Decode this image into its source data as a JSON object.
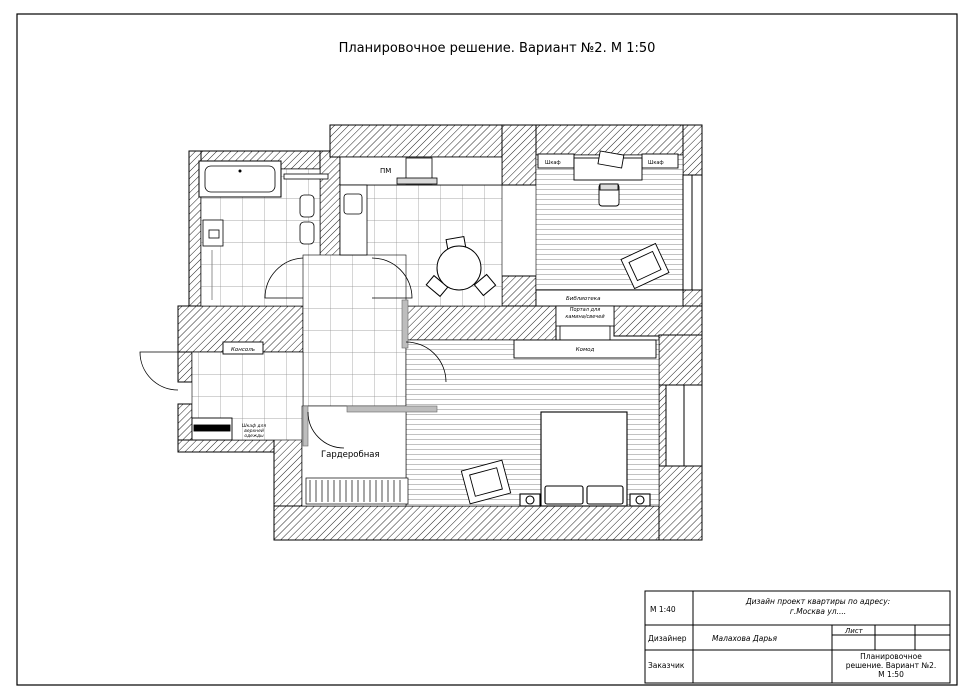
{
  "drawing": {
    "title": "Планировочное решение. Вариант №2. М 1:50"
  },
  "labels": {
    "pim": "ПМ",
    "shelf_left": "Шкаф",
    "shelf_right": "Шкаф",
    "library": "Библиотека",
    "portal_line1": "Портал для",
    "portal_line2": "камина/свечей",
    "konsol": "Консоль",
    "komod": "Комод",
    "wardrobe_note_line1": "Шкаф для",
    "wardrobe_note_line2": "верхней",
    "wardrobe_note_line3": "одежды",
    "garderobnaya": "Гардеробная"
  },
  "title_block": {
    "scale": "М 1:40",
    "project_line1": "Дизайн проект квартиры по адресу:",
    "project_line2": "г.Москва ул....",
    "designer_label": "Дизайнер",
    "designer_name": "Малахова Дарья",
    "sheet_label": "Лист",
    "customer_label": "Заказчик",
    "sheet_title_line1": "Планировочное",
    "sheet_title_line2": "решение. Вариант №2.",
    "sheet_title_line3": "М 1:50"
  }
}
